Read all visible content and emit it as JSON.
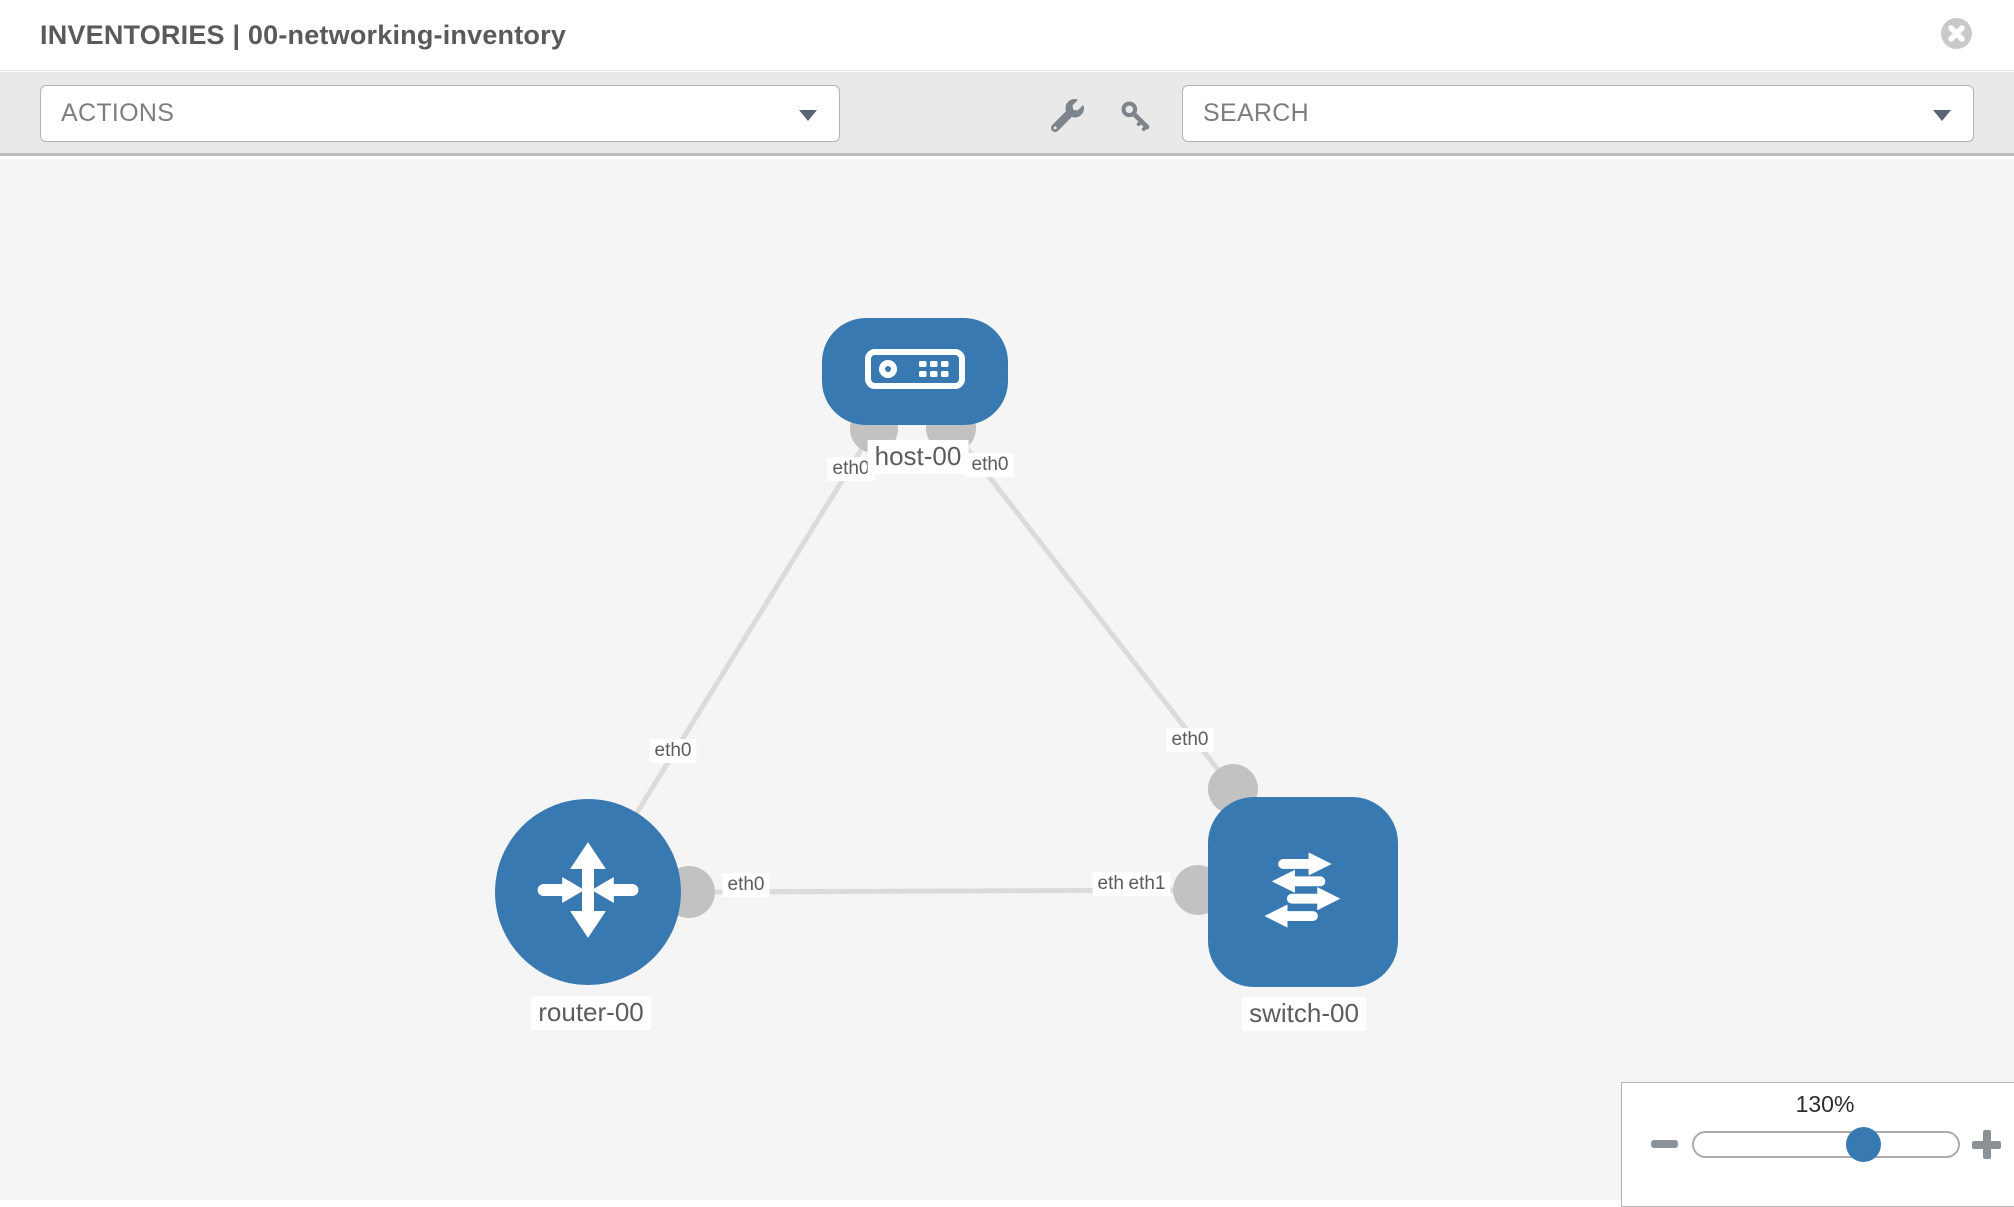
{
  "header": {
    "title": "INVENTORIES | 00-networking-inventory"
  },
  "toolbar": {
    "actions_label": "ACTIONS",
    "search_label": "SEARCH"
  },
  "topology": {
    "nodes": [
      {
        "label": "host-00",
        "type": "host"
      },
      {
        "label": "router-00",
        "type": "router"
      },
      {
        "label": "switch-00",
        "type": "switch"
      }
    ],
    "links": [
      {
        "from": "host-00",
        "from_interface": "eth0",
        "to": "router-00",
        "to_interface": "eth0"
      },
      {
        "from": "host-00",
        "from_interface": "eth0",
        "to": "switch-00",
        "to_interface": "eth0"
      },
      {
        "from": "router-00",
        "from_interface": "eth0",
        "to": "switch-00",
        "to_interface": "eth1"
      }
    ],
    "interface_labels": [
      {
        "text": "eth0"
      },
      {
        "text": "eth0"
      },
      {
        "text": "eth0"
      },
      {
        "text": "eth0"
      },
      {
        "text": "eth0"
      },
      {
        "text": "eth0"
      },
      {
        "text": "eth1"
      }
    ]
  },
  "zoom_control": {
    "level": "130%"
  },
  "colors": {
    "node_blue": "#3879b2",
    "link_gray": "#dbdbdb",
    "connector_gray": "#c2c2c2",
    "toolbar_bg": "#e9e9e9",
    "canvas_bg": "#f5f5f5",
    "icon_gray": "#7d848b"
  }
}
